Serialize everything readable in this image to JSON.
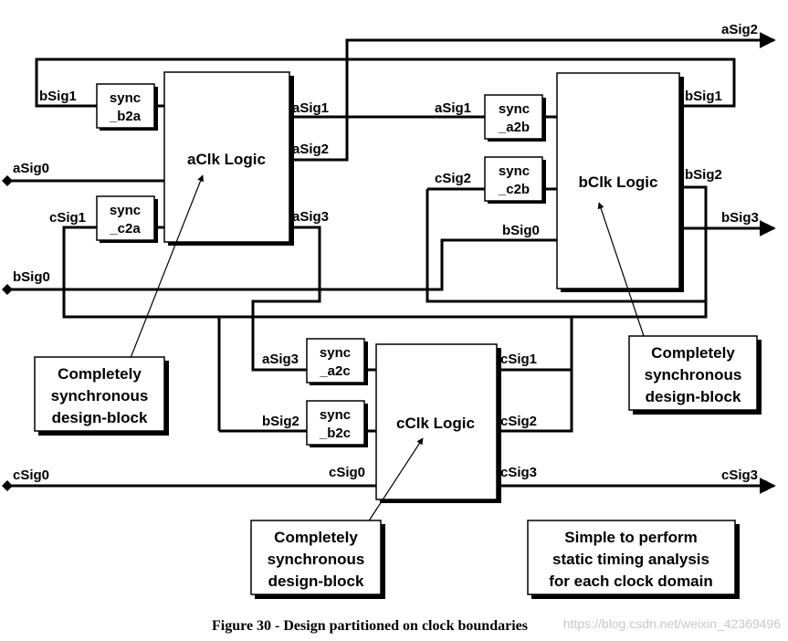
{
  "diagram": {
    "blocks": {
      "aclk": "aClk Logic",
      "bclk": "bClk Logic",
      "cclk": "cClk Logic"
    },
    "sync_boxes": {
      "b2a": [
        "sync",
        "_b2a"
      ],
      "c2a": [
        "sync",
        "_c2a"
      ],
      "a2b": [
        "sync",
        "_a2b"
      ],
      "c2b": [
        "sync",
        "_c2b"
      ],
      "a2c": [
        "sync",
        "_a2c"
      ],
      "b2c": [
        "sync",
        "_b2c"
      ]
    },
    "signals": {
      "aSig0": "aSig0",
      "aSig1": "aSig1",
      "aSig2": "aSig2",
      "aSig3": "aSig3",
      "bSig0": "bSig0",
      "bSig1": "bSig1",
      "bSig2": "bSig2",
      "bSig3": "bSig3",
      "cSig0": "cSig0",
      "cSig1": "cSig1",
      "cSig2": "cSig2",
      "cSig3": "cSig3"
    },
    "notes": {
      "sync_block": [
        "Completely",
        "synchronous",
        "design-block"
      ],
      "timing": [
        "Simple to perform",
        "static timing analysis",
        "for each clock domain"
      ]
    }
  },
  "caption": "Figure 30 - Design partitioned on clock boundaries",
  "watermark": "https://blog.csdn.net/weixin_42369496"
}
